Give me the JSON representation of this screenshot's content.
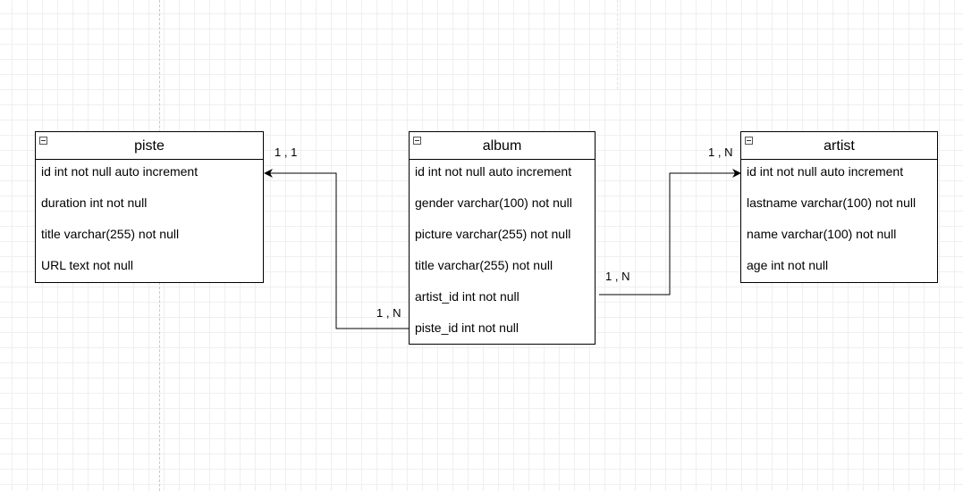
{
  "entities": {
    "piste": {
      "title": "piste",
      "fields": [
        "id  int not null auto increment",
        "duration int not null",
        "title varchar(255) not null",
        "URL text not null"
      ]
    },
    "album": {
      "title": "album",
      "fields": [
        "id  int not null auto increment",
        "gender varchar(100) not null",
        "picture varchar(255) not null",
        "title varchar(255) not null",
        "artist_id int not null",
        "piste_id int not null"
      ]
    },
    "artist": {
      "title": "artist",
      "fields": [
        "id  int not null auto increment",
        "lastname varchar(100) not null",
        "name varchar(100) not null",
        "age int not null"
      ]
    }
  },
  "relations": {
    "album_piste": {
      "source_label": "1 , N",
      "target_label": "1 , 1"
    },
    "album_artist": {
      "source_label": "1 , N",
      "target_label": "1 , N"
    }
  },
  "colors": {
    "stroke": "#000000",
    "grid": "#efefef"
  }
}
